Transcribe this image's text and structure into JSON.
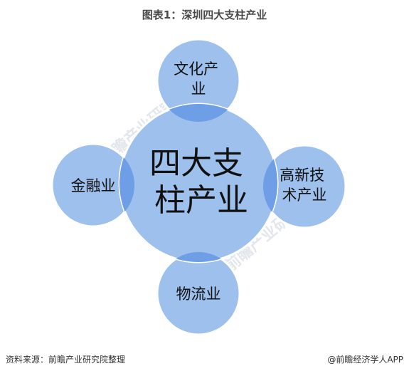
{
  "title": "图表1：深圳四大支柱产业",
  "center": {
    "lines": [
      "四大支",
      "柱产业"
    ]
  },
  "nodes": [
    {
      "id": "top",
      "lines": [
        "文化产",
        "业"
      ]
    },
    {
      "id": "left",
      "lines": [
        "金融业"
      ]
    },
    {
      "id": "right",
      "lines": [
        "高新技",
        "术产业"
      ]
    },
    {
      "id": "bottom",
      "lines": [
        "物流业"
      ]
    }
  ],
  "footer": {
    "source": "资料来源：前瞻产业研究院整理",
    "brand": "@前瞻经济学人APP"
  },
  "watermark": {
    "text": "前瞻产业研究院"
  },
  "colors": {
    "circle_fill": "#9dc0ec",
    "circle_stroke": "#ffffff",
    "overlap": "#6d9ee6",
    "text": "#111111"
  }
}
